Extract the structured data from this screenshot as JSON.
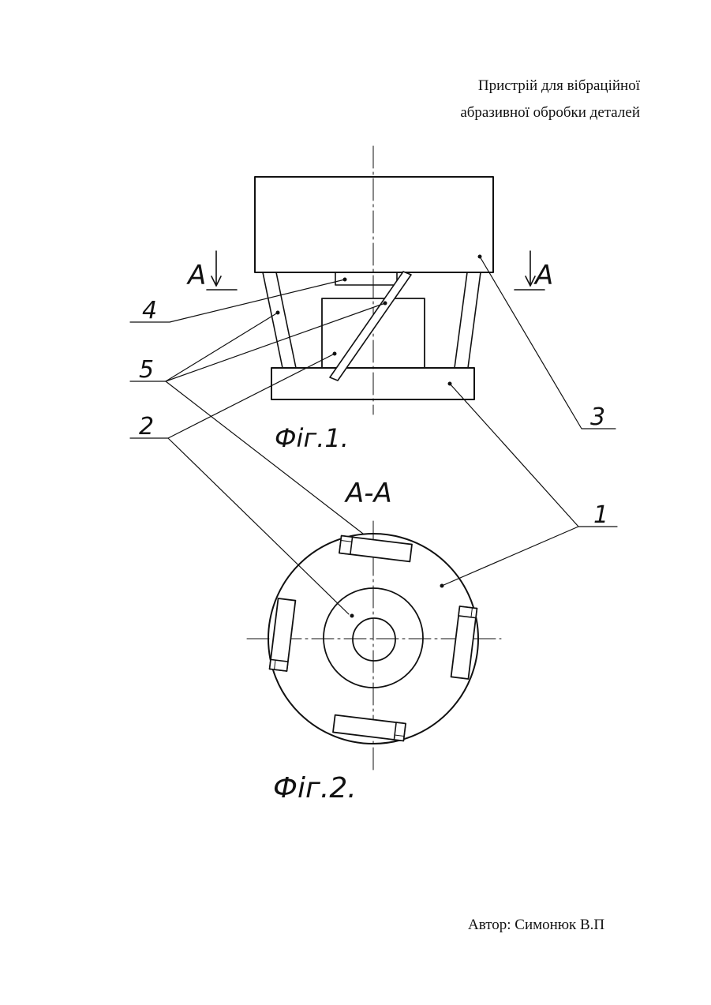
{
  "title": {
    "line1": "Пристрій для вібраційної",
    "line2": "абразивної обробки деталей"
  },
  "author": "Автор: Симонюк В.П",
  "fig1": {
    "caption": "Фіг.1.",
    "section_mark_left": "A",
    "section_mark_right": "A"
  },
  "fig2": {
    "caption": "Фіг.2.",
    "section_title": "A-A"
  },
  "callouts": {
    "c1": "1",
    "c2": "2",
    "c3": "3",
    "c4": "4",
    "c5": "5"
  },
  "colors": {
    "ink": "#111111",
    "paper": "#ffffff"
  }
}
